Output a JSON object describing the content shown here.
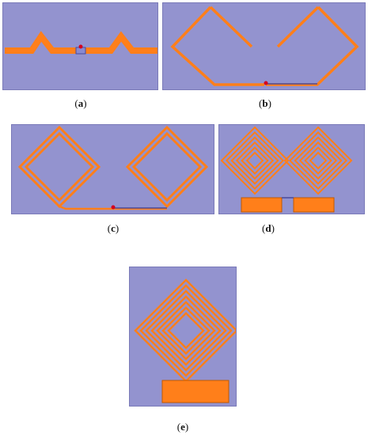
{
  "captions": {
    "a": "a",
    "b": "b",
    "c": "c",
    "d": "d",
    "e": "e"
  },
  "colors": {
    "substrate": "#9393cf",
    "copper": "#ff7f1a",
    "copper_edge": "#c05a00",
    "port": "#d4001f",
    "feed_line": "#4a4a9a"
  }
}
